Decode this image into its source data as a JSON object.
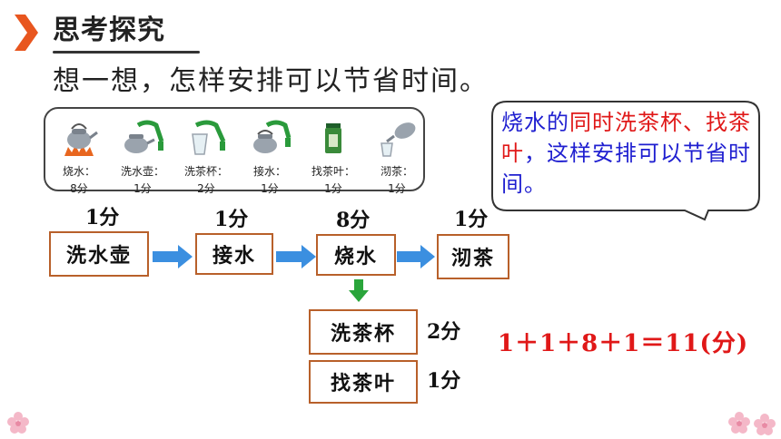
{
  "header": {
    "title": "思考探究",
    "question": "想一想，怎样安排可以节省时间。"
  },
  "colors": {
    "accent": "#e8561f",
    "box_border": "#b8602a",
    "arrow": "#3b8fe0",
    "down_arrow": "#2aa53b",
    "formula": "#e01818",
    "bubble_blue": "#1f1fd0",
    "bubble_red": "#e01818"
  },
  "info_panel": {
    "items": [
      {
        "label": "烧水：",
        "time": "8分",
        "icon": "kettle-on-fire-icon"
      },
      {
        "label": "洗水壶：",
        "time": "1分",
        "icon": "washing-kettle-icon"
      },
      {
        "label": "洗茶杯：",
        "time": "2分",
        "icon": "washing-cup-icon"
      },
      {
        "label": "接水：",
        "time": "1分",
        "icon": "filling-kettle-icon"
      },
      {
        "label": "找茶叶：",
        "time": "1分",
        "icon": "tea-can-icon"
      },
      {
        "label": "沏茶：",
        "time": "1分",
        "icon": "pouring-tea-icon"
      }
    ]
  },
  "bubble": {
    "part1": "烧水的",
    "part2": "同时洗茶杯、",
    "part3": "找茶叶",
    "part4": "，这样安排可以节省时间。"
  },
  "flow": {
    "steps": [
      {
        "label": "洗水壶",
        "time": "1分"
      },
      {
        "label": "接水",
        "time": "1分"
      },
      {
        "label": "烧水",
        "time": "8分"
      },
      {
        "label": "沏茶",
        "time": "1分"
      }
    ],
    "parallel": [
      {
        "label": "洗茶杯",
        "time": "2分"
      },
      {
        "label": "找茶叶",
        "time": "1分"
      }
    ]
  },
  "formula": "1＋1＋8＋1＝11(分)"
}
